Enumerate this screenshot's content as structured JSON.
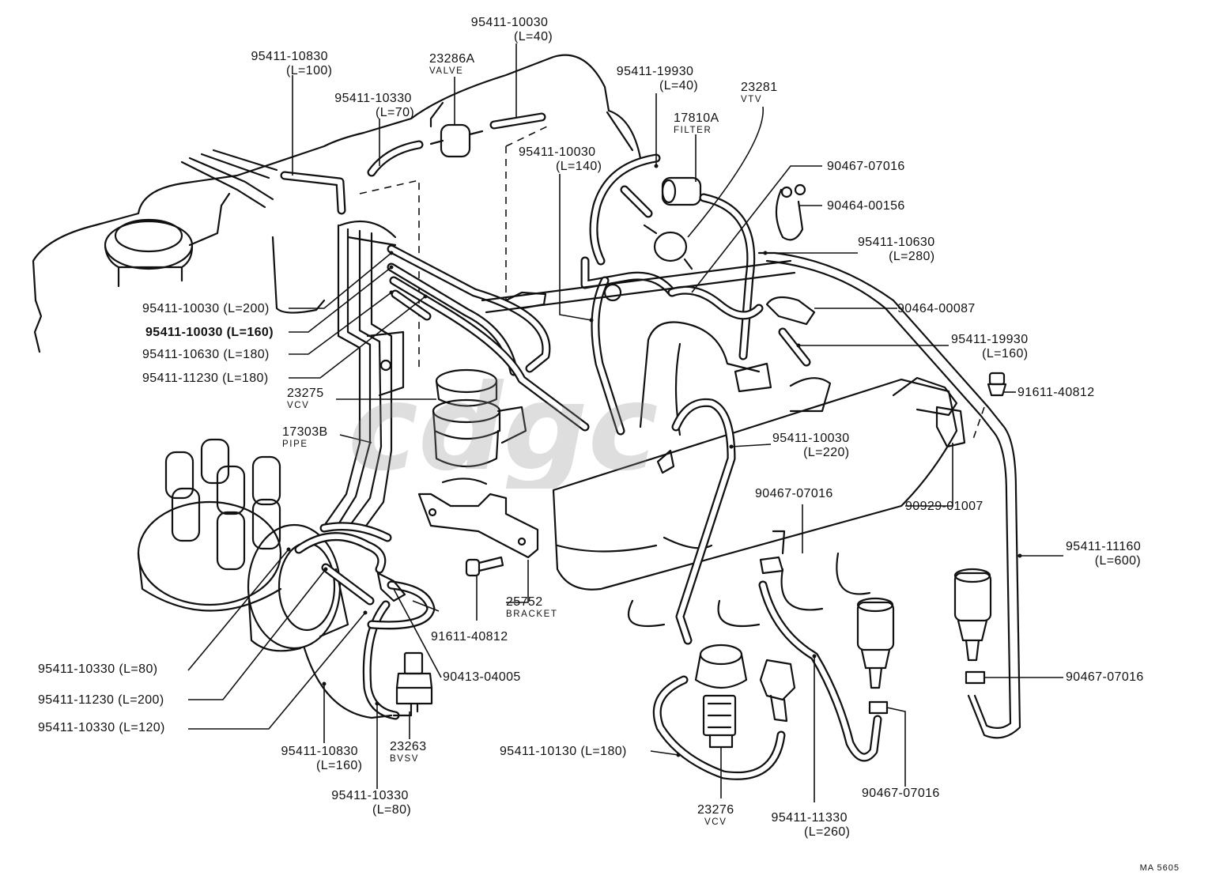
{
  "diagram": {
    "watermark": "cdgc",
    "sheet_code": "MA 5605",
    "labels": [
      {
        "id": "l1",
        "part": "95411-10030",
        "len": "(L=40)"
      },
      {
        "id": "l2",
        "part": "95411-10830",
        "len": "(L=100)"
      },
      {
        "id": "l3",
        "part": "23286A",
        "name": "VALVE"
      },
      {
        "id": "l4",
        "part": "95411-10330",
        "len": "(L=70)"
      },
      {
        "id": "l5",
        "part": "95411-19930",
        "len": "(L=40)"
      },
      {
        "id": "l6",
        "part": "23281",
        "name": "VTV"
      },
      {
        "id": "l7",
        "part": "17810A",
        "name": "FILTER"
      },
      {
        "id": "l8",
        "part": "95411-10030",
        "len": "(L=140)"
      },
      {
        "id": "l9",
        "text": "90467-07016"
      },
      {
        "id": "l10",
        "text": "90464-00156"
      },
      {
        "id": "l11",
        "part": "95411-10630",
        "len": "(L=280)"
      },
      {
        "id": "l12",
        "text": "95411-10030 (L=200)"
      },
      {
        "id": "l13",
        "text": "95411-10030 (L=160)"
      },
      {
        "id": "l14",
        "text": "95411-10630 (L=180)"
      },
      {
        "id": "l15",
        "text": "95411-11230 (L=180)"
      },
      {
        "id": "l16",
        "text": "90464-00087"
      },
      {
        "id": "l17",
        "part": "95411-19930",
        "len": "(L=160)"
      },
      {
        "id": "l18",
        "part": "23275",
        "name": "VCV"
      },
      {
        "id": "l19",
        "text": "91611-40812"
      },
      {
        "id": "l20",
        "part": "17303B",
        "name": "PIPE"
      },
      {
        "id": "l21",
        "part": "95411-10030",
        "len": "(L=220)"
      },
      {
        "id": "l22",
        "text": "90467-07016"
      },
      {
        "id": "l23",
        "text": "90929-01007"
      },
      {
        "id": "l24",
        "part": "95411-11160",
        "len": "(L=600)"
      },
      {
        "id": "l25",
        "part": "25752",
        "name": "BRACKET"
      },
      {
        "id": "l26",
        "text": "91611-40812"
      },
      {
        "id": "l27",
        "text": "95411-10330 (L=80)"
      },
      {
        "id": "l28",
        "text": "90413-04005"
      },
      {
        "id": "l29",
        "text": "90467-07016"
      },
      {
        "id": "l30",
        "text": "95411-11230 (L=200)"
      },
      {
        "id": "l31",
        "text": "95411-10330 (L=120)"
      },
      {
        "id": "l32",
        "part": "95411-10830",
        "len": "(L=160)"
      },
      {
        "id": "l33",
        "part": "23263",
        "name": "BVSV"
      },
      {
        "id": "l34",
        "text": "95411-10130 (L=180)"
      },
      {
        "id": "l35",
        "part": "95411-10330",
        "len": "(L=80)"
      },
      {
        "id": "l36",
        "part": "23276",
        "name": "VCV"
      },
      {
        "id": "l37",
        "part": "95411-11330",
        "len": "(L=260)"
      },
      {
        "id": "l38",
        "text": "90467-07016"
      }
    ]
  }
}
